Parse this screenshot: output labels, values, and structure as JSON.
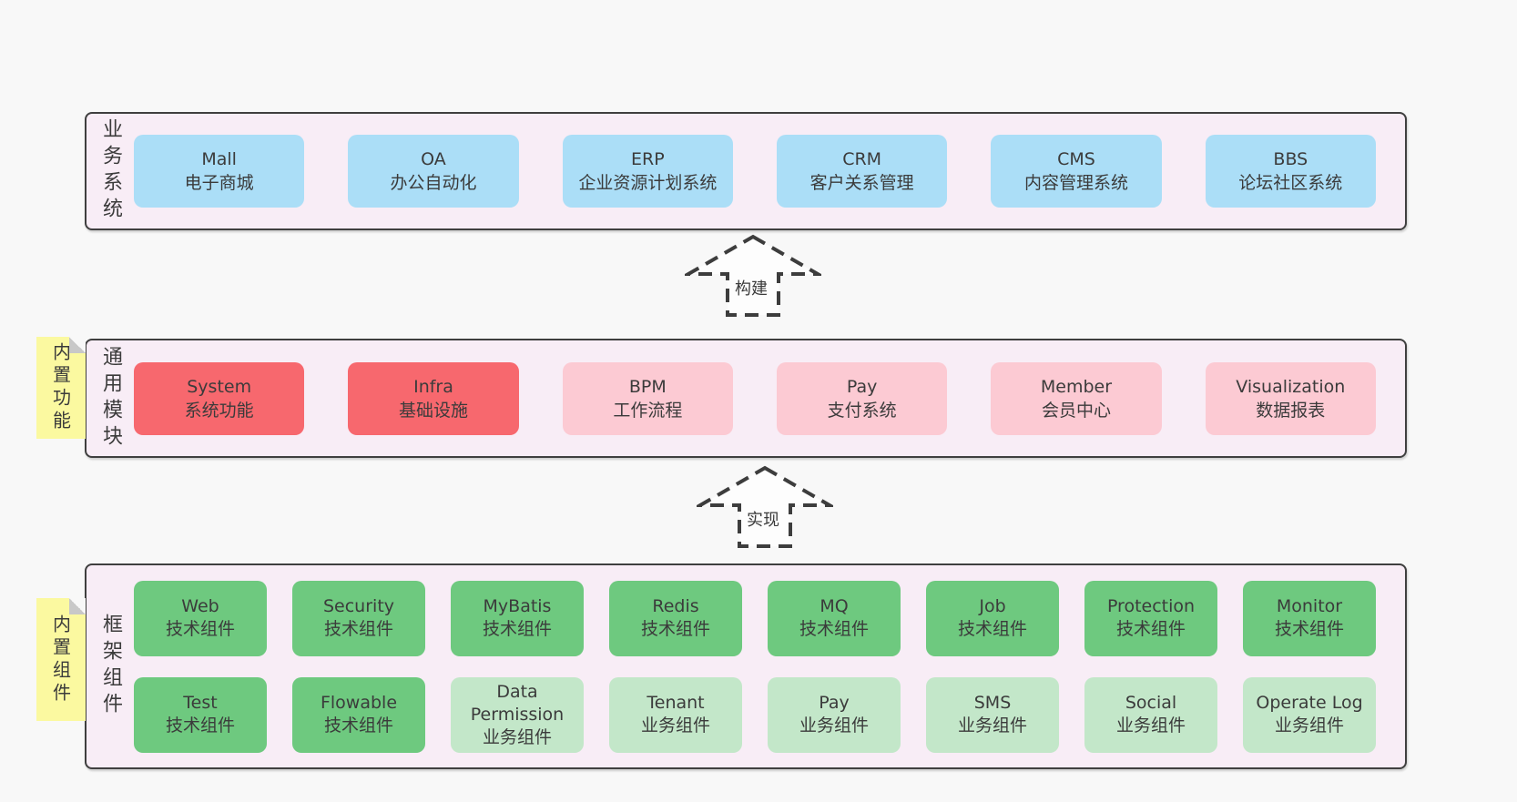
{
  "palette": {
    "page_bg": "#f8f8f8",
    "band_bg": "#f8edf6",
    "band_border": "#3f3f3f",
    "box_blue": "#abdef7",
    "box_red": "#f7686e",
    "box_pink": "#fccad3",
    "box_green": "#6ec97f",
    "box_green_light": "#c3e7c9",
    "note_yellow": "#fbf9a0",
    "fold_gray": "#c8c8c8",
    "text": "#3b3b3b"
  },
  "arrows": {
    "build": "构建",
    "implement": "实现"
  },
  "bands": [
    {
      "label": "业务系统",
      "boxes": [
        {
          "name": "Mall",
          "desc": "电子商城"
        },
        {
          "name": "OA",
          "desc": "办公自动化"
        },
        {
          "name": "ERP",
          "desc": "企业资源计划系统"
        },
        {
          "name": "CRM",
          "desc": "客户关系管理"
        },
        {
          "name": "CMS",
          "desc": "内容管理系统"
        },
        {
          "name": "BBS",
          "desc": "论坛社区系统"
        }
      ]
    },
    {
      "label": "通用模块",
      "note": "内置功能",
      "boxes": [
        {
          "name": "System",
          "desc": "系统功能"
        },
        {
          "name": "Infra",
          "desc": "基础设施"
        },
        {
          "name": "BPM",
          "desc": "工作流程"
        },
        {
          "name": "Pay",
          "desc": "支付系统"
        },
        {
          "name": "Member",
          "desc": "会员中心"
        },
        {
          "name": "Visualization",
          "desc": "数据报表"
        }
      ]
    },
    {
      "label": "框架组件",
      "note": "内置组件",
      "rows": [
        [
          {
            "name": "Web",
            "desc": "技术组件"
          },
          {
            "name": "Security",
            "desc": "技术组件"
          },
          {
            "name": "MyBatis",
            "desc": "技术组件"
          },
          {
            "name": "Redis",
            "desc": "技术组件"
          },
          {
            "name": "MQ",
            "desc": "技术组件"
          },
          {
            "name": "Job",
            "desc": "技术组件"
          },
          {
            "name": "Protection",
            "desc": "技术组件"
          },
          {
            "name": "Monitor",
            "desc": "技术组件"
          }
        ],
        [
          {
            "name": "Test",
            "desc": "技术组件"
          },
          {
            "name": "Flowable",
            "desc": "技术组件"
          },
          {
            "name": "Data Permission",
            "desc": "业务组件"
          },
          {
            "name": "Tenant",
            "desc": "业务组件"
          },
          {
            "name": "Pay",
            "desc": "业务组件"
          },
          {
            "name": "SMS",
            "desc": "业务组件"
          },
          {
            "name": "Social",
            "desc": "业务组件"
          },
          {
            "name": "Operate Log",
            "desc": "业务组件"
          }
        ]
      ]
    }
  ]
}
